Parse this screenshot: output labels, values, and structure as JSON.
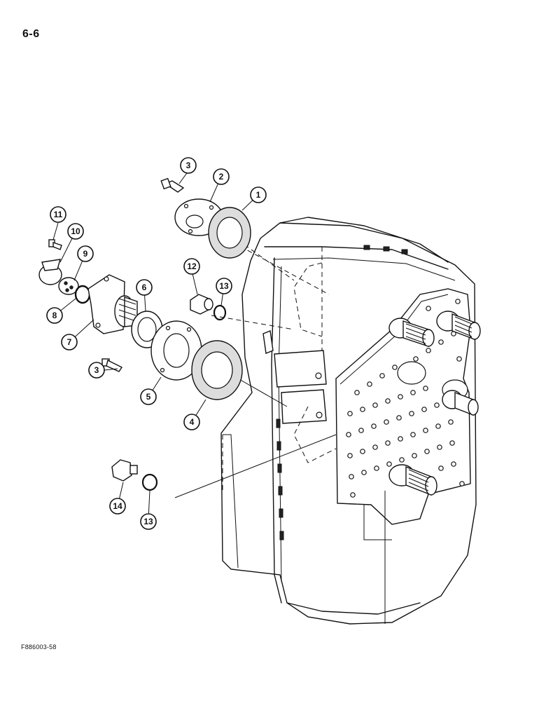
{
  "page_number": "6-6",
  "figure_code": "F886003-58",
  "callouts": [
    "1",
    "2",
    "3",
    "3",
    "4",
    "5",
    "6",
    "7",
    "8",
    "9",
    "10",
    "11",
    "12",
    "13",
    "13",
    "14"
  ]
}
